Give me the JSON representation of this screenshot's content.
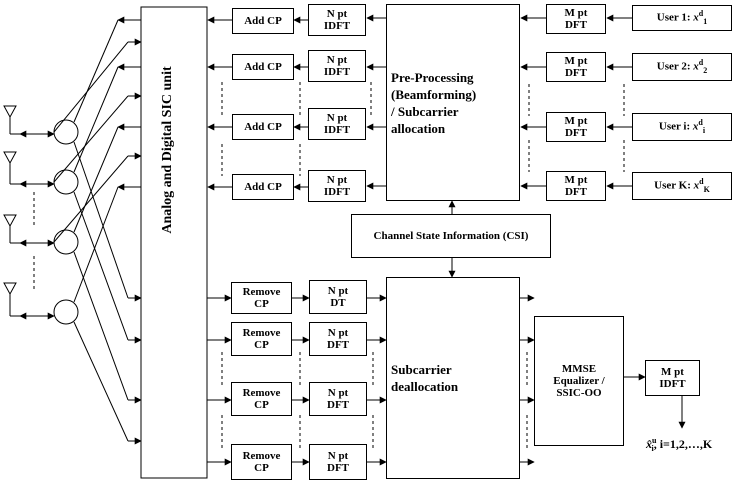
{
  "sic_unit": {
    "label": "Analog and Digital SIC unit"
  },
  "tx": {
    "users": [
      {
        "prefix": "User 1:",
        "symbol": "x",
        "sup": "d",
        "sub": "1"
      },
      {
        "prefix": "User 2:",
        "symbol": "x",
        "sup": "d",
        "sub": "2"
      },
      {
        "prefix": "User i:",
        "symbol": "x",
        "sup": "d",
        "sub": "i"
      },
      {
        "prefix": "User K:",
        "symbol": "x",
        "sup": "d",
        "sub": "K"
      }
    ],
    "m_dft": [
      "M pt\nDFT",
      "M pt\nDFT",
      "M pt\nDFT",
      "M pt\nDFT"
    ],
    "n_idft": [
      "N pt\nIDFT",
      "N pt\nIDFT",
      "N pt\nIDFT",
      "N pt\nIDFT"
    ],
    "add_cp": [
      "Add CP",
      "Add CP",
      "Add CP",
      "Add CP"
    ],
    "preprocessing": "Pre-Processing\n(Beamforming)\n/ Subcarrier\nallocation"
  },
  "csi": "Channel State Information (CSI)",
  "rx": {
    "remove_cp": [
      "Remove\nCP",
      "Remove\nCP",
      "Remove\nCP",
      "Remove\nCP"
    ],
    "n_dft": [
      "N pt\nDT",
      "N pt\nDFT",
      "N pt\nDFT",
      "N pt\nDFT"
    ],
    "deallocation": "Subcarrier\ndeallocation",
    "equalizer": "MMSE\nEqualizer /\nSSIC-OO",
    "m_idft": "M pt\nIDFT",
    "output": {
      "symbol": "x̂",
      "sup": "u",
      "sub": "i",
      "rest": ", i=1,2,…,K"
    }
  }
}
